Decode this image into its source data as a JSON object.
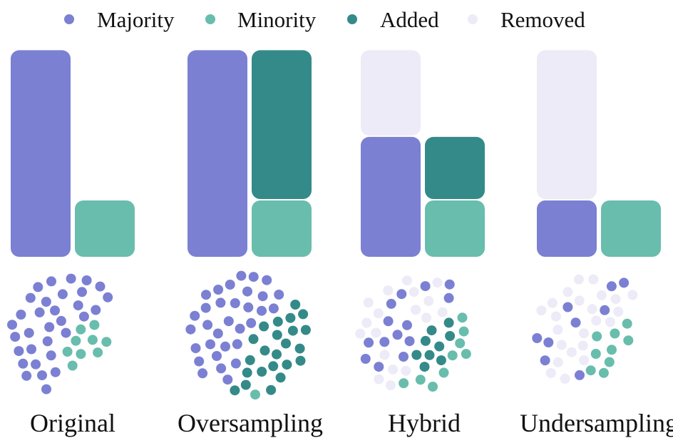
{
  "colors": {
    "majority": "#7b80d3",
    "minority": "#69bdad",
    "added": "#348a89",
    "removed": "#ecebf7"
  },
  "legend": [
    {
      "key": "majority",
      "label": "Majority"
    },
    {
      "key": "minority",
      "label": "Minority"
    },
    {
      "key": "added",
      "label": "Added"
    },
    {
      "key": "removed",
      "label": "Removed"
    }
  ],
  "panels": [
    {
      "label": "Original",
      "counts": {
        "majority": 32,
        "minority": 9,
        "added": 0,
        "removed": 0
      },
      "bars": {
        "left": [
          {
            "kind": "majority",
            "value": 3.6
          }
        ],
        "right": [
          {
            "kind": "minority",
            "value": 1.0
          }
        ]
      }
    },
    {
      "label": "Oversampling",
      "counts": {
        "majority": 32,
        "minority": 9,
        "added": 23,
        "removed": 0
      },
      "bars": {
        "left": [
          {
            "kind": "majority",
            "value": 3.6
          }
        ],
        "right": [
          {
            "kind": "minority",
            "value": 1.0
          },
          {
            "kind": "added",
            "value": 2.6
          }
        ]
      }
    },
    {
      "label": "Hybrid",
      "counts": {
        "majority": 14,
        "minority": 9,
        "added": 9,
        "removed": 18
      },
      "bars": {
        "left": [
          {
            "kind": "majority",
            "value": 2.1
          },
          {
            "kind": "removed",
            "value": 1.5
          }
        ],
        "right": [
          {
            "kind": "minority",
            "value": 1.0
          },
          {
            "kind": "added",
            "value": 1.1
          }
        ]
      }
    },
    {
      "label": "Undersampling",
      "counts": {
        "majority": 9,
        "minority": 9,
        "added": 0,
        "removed": 23
      },
      "bars": {
        "left": [
          {
            "kind": "majority",
            "value": 1.0
          },
          {
            "kind": "removed",
            "value": 2.6
          }
        ],
        "right": [
          {
            "kind": "minority",
            "value": 1.0
          }
        ]
      }
    }
  ]
}
